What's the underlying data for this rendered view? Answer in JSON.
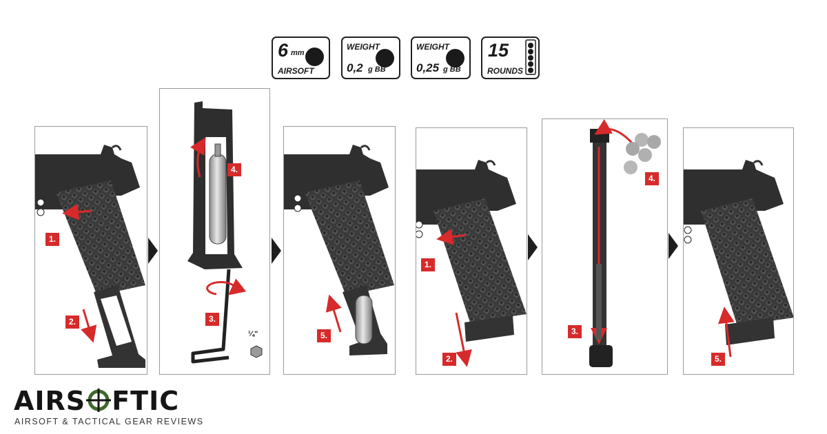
{
  "badges": [
    {
      "line1": "6",
      "line1_unit": "mm",
      "line2": "AIRSOFT"
    },
    {
      "line1": "WEIGHT",
      "line2": "0,2",
      "line2_unit": "g BB"
    },
    {
      "line1": "WEIGHT",
      "line2": "0,25",
      "line2_unit": "g BB"
    },
    {
      "line1": "15",
      "line2": "ROUNDS"
    }
  ],
  "steps": {
    "p1_a": "1.",
    "p1_b": "2.",
    "p2_a": "4.",
    "p2_b": "3.",
    "p3_a": "5.",
    "p4_a": "1.",
    "p4_b": "2.",
    "p5_a": "4.",
    "p5_b": "3.",
    "p6_a": "5."
  },
  "tool_size": "¼\"",
  "brand": {
    "name_left": "AIRS",
    "name_right": "FTIC",
    "tagline": "AIRSOFT & TACTICAL GEAR REVIEWS"
  },
  "colors": {
    "accent": "#d72a2a",
    "ink": "#1e1e1e",
    "logo_green": "#3f6b2a"
  }
}
